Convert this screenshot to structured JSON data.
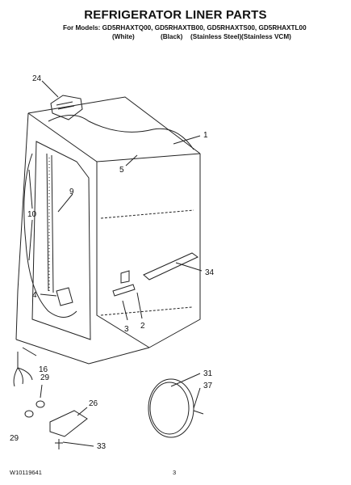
{
  "header": {
    "title": "REFRIGERATOR LINER PARTS",
    "models": "For Models: GD5RHAXTQ00, GD5RHAXTB00, GD5RHAXTS00, GD5RHAXTL00",
    "variants": [
      "(White)",
      "(Black)",
      "(Stainless Steel)",
      "(Stainless VCM)"
    ]
  },
  "callouts": {
    "c24": "24",
    "c1": "1",
    "c5": "5",
    "c9": "9",
    "c10": "10",
    "c34": "34",
    "c4": "4",
    "c3": "3",
    "c2": "2",
    "c16": "16",
    "c29a": "29",
    "c26": "26",
    "c29b": "29",
    "c33": "33",
    "c31": "31",
    "c37": "37"
  },
  "footer": {
    "doc_number": "W10119641",
    "page_number": "3"
  }
}
